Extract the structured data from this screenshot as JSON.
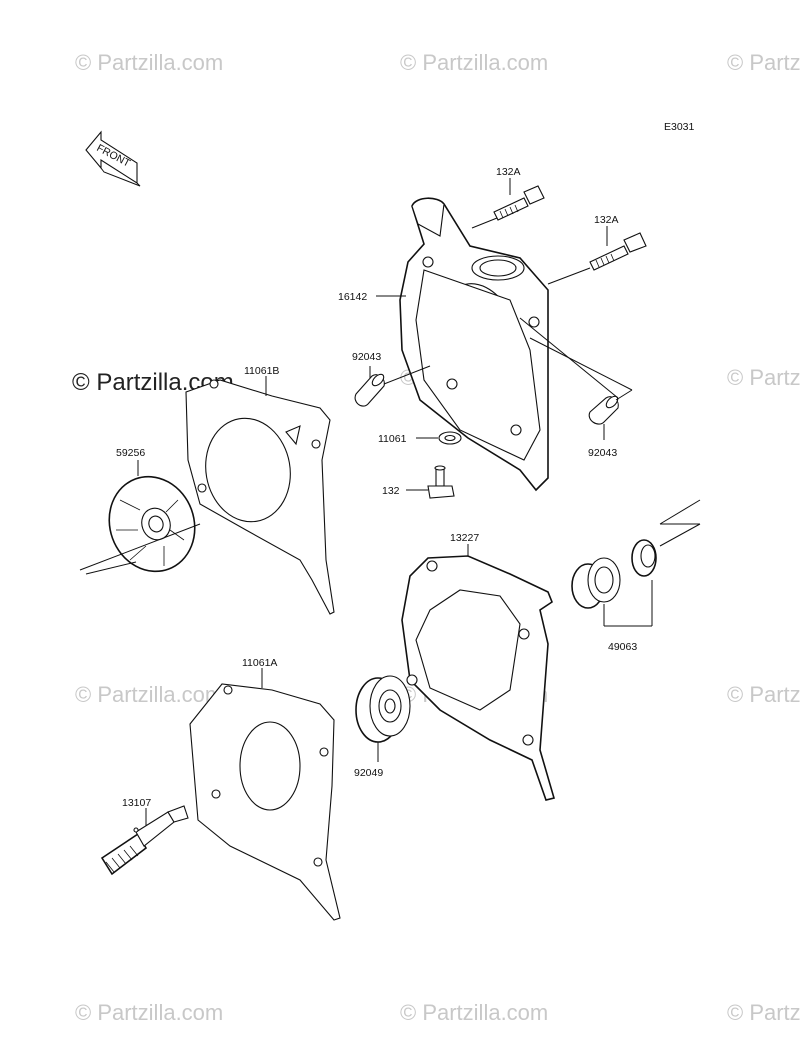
{
  "diagram_code": "E3031",
  "front_label": "FRONT",
  "watermark": "© Partzilla.com",
  "callouts": {
    "bolt_132a_upper": "132A",
    "bolt_132a_lower": "132A",
    "cover_16142": "16142",
    "dowel_92043_left": "92043",
    "dowel_92043_right": "92043",
    "gasket_11061b": "11061B",
    "washer_11061": "11061",
    "bolt_132": "132",
    "impeller_59256": "59256",
    "cover_13227": "13227",
    "seal_49063": "49063",
    "gasket_11061a": "11061A",
    "bearing_92049": "92049",
    "valve_13107": "13107"
  }
}
